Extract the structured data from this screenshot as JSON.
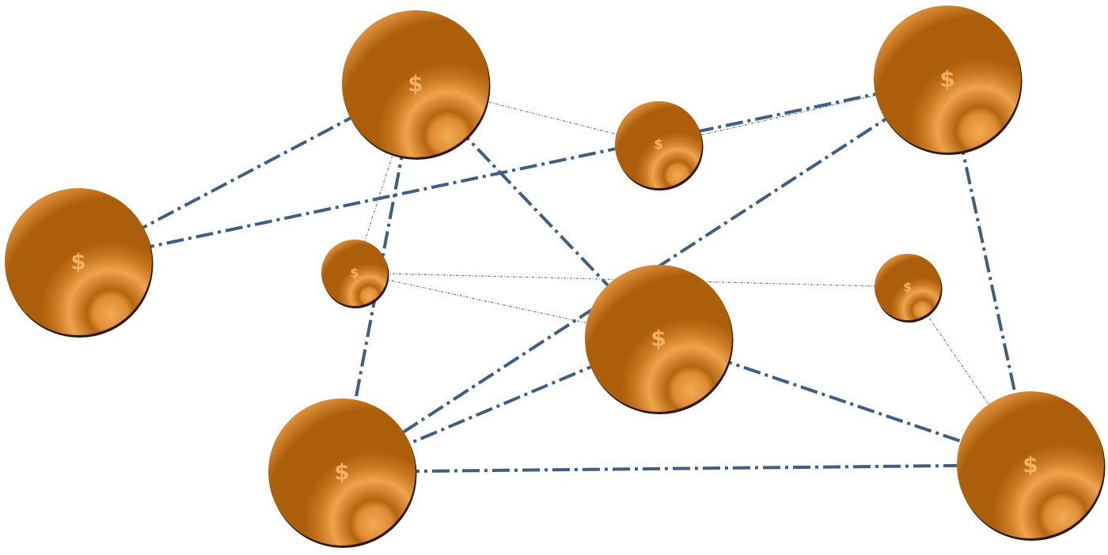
{
  "nodes": [
    {
      "id": "n1",
      "label": "$"
    },
    {
      "id": "n2",
      "label": "$"
    },
    {
      "id": "n3",
      "label": "$"
    },
    {
      "id": "n4",
      "label": "$"
    },
    {
      "id": "n5",
      "label": "$"
    },
    {
      "id": "n6",
      "label": "$"
    },
    {
      "id": "n7",
      "label": "$"
    },
    {
      "id": "n8",
      "label": "$"
    },
    {
      "id": "n9",
      "label": "$"
    },
    {
      "id": "n10",
      "label": "$"
    }
  ],
  "edges": [
    {
      "from": "n1",
      "to": "n2",
      "weight": "strong"
    },
    {
      "from": "n1",
      "to": "n7",
      "weight": "strong"
    },
    {
      "from": "n2",
      "to": "n4",
      "weight": "strong"
    },
    {
      "from": "n2",
      "to": "n8",
      "weight": "strong"
    },
    {
      "from": "n2",
      "to": "n3",
      "weight": "weak"
    },
    {
      "from": "n2",
      "to": "n6",
      "weight": "weak"
    },
    {
      "from": "n3",
      "to": "n4",
      "weight": "weak"
    },
    {
      "from": "n3",
      "to": "n9",
      "weight": "weak"
    },
    {
      "from": "n4",
      "to": "n8",
      "weight": "strong"
    },
    {
      "from": "n4",
      "to": "n10",
      "weight": "strong"
    },
    {
      "from": "n6",
      "to": "n7",
      "weight": "weak"
    },
    {
      "from": "n7",
      "to": "n8",
      "weight": "strong"
    },
    {
      "from": "n7",
      "to": "n10",
      "weight": "strong"
    },
    {
      "from": "n8",
      "to": "n10",
      "weight": "strong"
    },
    {
      "from": "n9",
      "to": "n10",
      "weight": "weak"
    }
  ],
  "colors": {
    "coin_base": "#ad5e0b",
    "coin_highlight": "#f0a24c",
    "coin_label": "#f2b063",
    "edge": "#3f5f82"
  }
}
